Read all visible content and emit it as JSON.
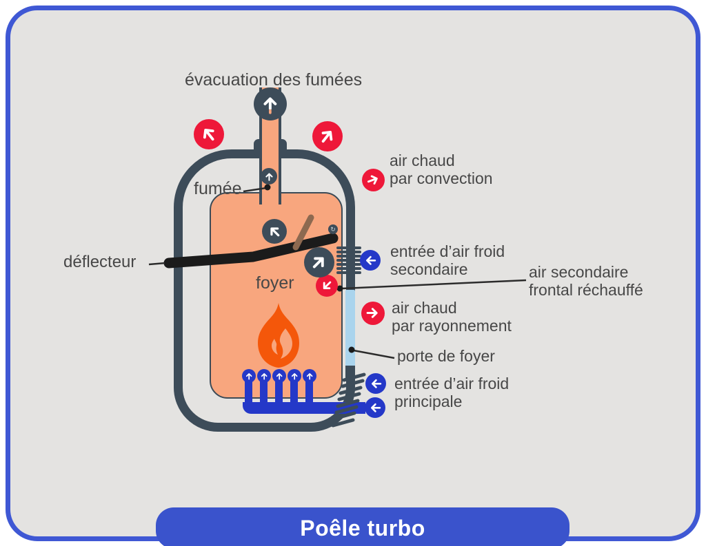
{
  "title": "Poêle turbo",
  "labels": {
    "evacuation": "évacuation des fumées",
    "fumee": "fumée",
    "deflecteur": "déflecteur",
    "foyer": "foyer",
    "convection": [
      "air chaud",
      "par convection"
    ],
    "secondaire": [
      "entrée d’air froid",
      "secondaire"
    ],
    "air_secondaire": [
      "air secondaire",
      "frontal réchauffé"
    ],
    "rayonnement": [
      "air chaud",
      "par rayonnement"
    ],
    "porte": "porte de foyer",
    "principale": [
      "entrée d’air froid",
      "principale"
    ]
  },
  "icons": {
    "hot_air_arrow": "red circle with white arrow",
    "cold_air_arrow": "blue circle with white arrow",
    "smoke_arrow": "slate circle with white arrow",
    "flame": "orange flame in firebox",
    "pivot": "deflector pivot"
  },
  "colors": {
    "card_background": "#e4e3e1",
    "card_border": "#3f58d4",
    "title_pill": "#3a53cc",
    "stove": "#3d4c59",
    "firebox": "#f8a67e",
    "flame": "#f4570a",
    "hot_air": "#ee1839",
    "cold_air": "#2438c8",
    "door_glass": "#aad4ed",
    "text": "#474747"
  }
}
